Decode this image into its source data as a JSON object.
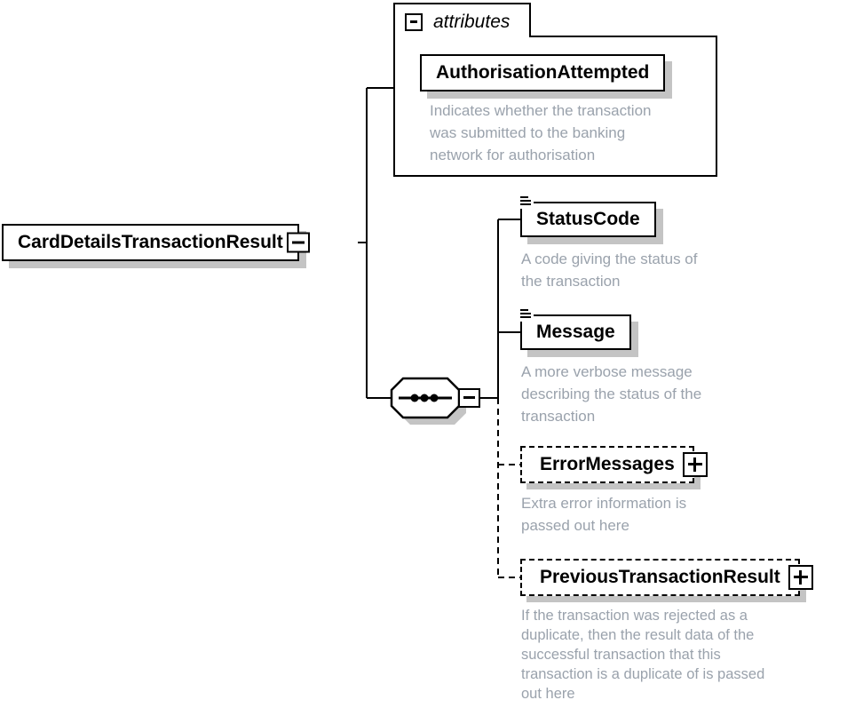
{
  "root": {
    "name": "CardDetailsTransactionResult"
  },
  "attributes_section": {
    "header": "attributes",
    "attribute": {
      "name": "AuthorisationAttempted",
      "desc": [
        "Indicates whether the transaction",
        "was submitted to the banking",
        "network for authorisation"
      ]
    }
  },
  "children": [
    {
      "name": "StatusCode",
      "optional": false,
      "desc": [
        "A code giving the status of",
        "the transaction"
      ]
    },
    {
      "name": "Message",
      "optional": false,
      "desc": [
        "A more verbose message",
        "describing the status of the",
        "transaction"
      ]
    },
    {
      "name": "ErrorMessages",
      "optional": true,
      "desc": [
        "Extra error information is",
        "passed out here"
      ]
    },
    {
      "name": "PreviousTransactionResult",
      "optional": true,
      "desc": [
        "If the transaction was rejected as a",
        "duplicate, then the result data of the",
        "successful transaction that this",
        "transaction is a duplicate of is passed",
        "out here"
      ]
    }
  ],
  "icons": {
    "collapse": "minus-icon",
    "expand": "plus-icon",
    "sequence": "sequence-compositor-icon",
    "simple_content": "text-content-icon"
  },
  "colors": {
    "line": "#000000",
    "box_background": "#ffffff",
    "shadow": "#c4c4c4",
    "description_text": "#9aa2ac"
  }
}
